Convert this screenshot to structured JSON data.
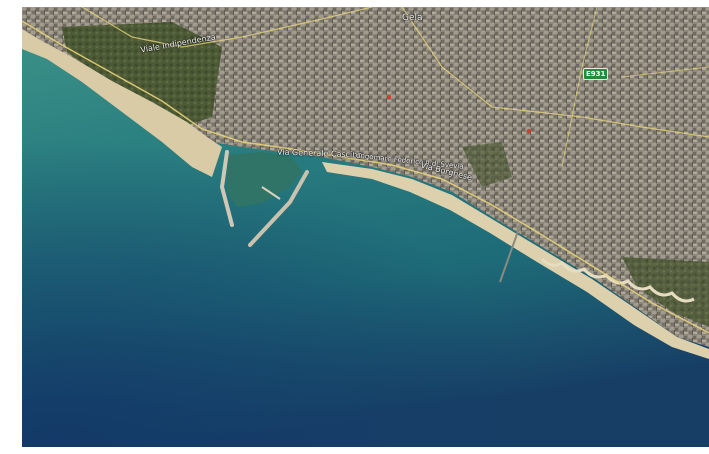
{
  "map": {
    "city_label": "Gela",
    "route_shield": "E931",
    "roads": [
      {
        "id": "viale-indipendenza",
        "label": "Viale Indipendenza"
      },
      {
        "id": "via-generale-cascino",
        "label": "Via Generale Cascino"
      },
      {
        "id": "lungomare-federico-ii",
        "label": "Lungomare Federico II di Svevia"
      },
      {
        "id": "via-borghese",
        "label": "Via Borghese"
      }
    ],
    "colors": {
      "sea_deep": "#123f63",
      "sea_mid": "#1e6f78",
      "sea_shallow": "#3a8f86",
      "sand": "#d8c9a4",
      "urban": "#8a857b",
      "vegetation": "#4e5a35",
      "road": "#e7d27a"
    }
  }
}
